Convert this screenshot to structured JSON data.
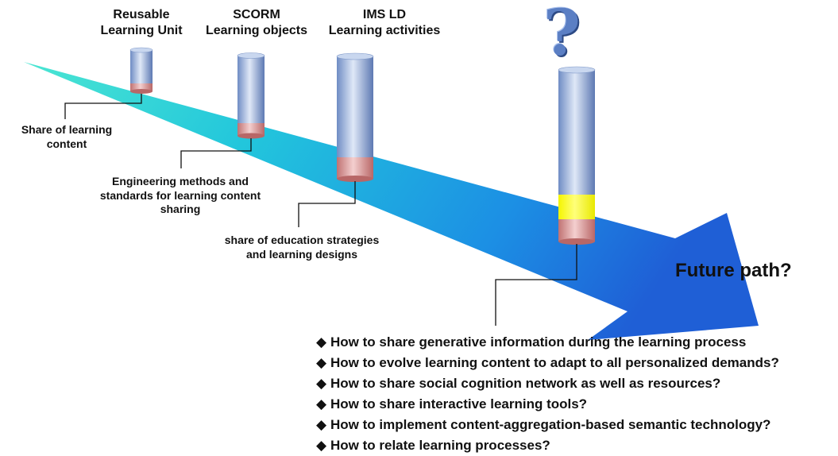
{
  "stages": [
    {
      "title_line1": "Reusable",
      "title_line2": "Learning Unit",
      "desc": [
        "Share of learning",
        "content"
      ]
    },
    {
      "title_line1": "SCORM",
      "title_line2": "Learning objects",
      "desc": [
        "Engineering methods and",
        "standards for learning content",
        "sharing"
      ]
    },
    {
      "title_line1": "IMS LD",
      "title_line2": "Learning activities",
      "desc": [
        "share of education strategies",
        "and learning designs"
      ]
    }
  ],
  "future": {
    "mark": "?",
    "label": "Future path?"
  },
  "questions": {
    "bullet": "◆",
    "items": [
      "How to share generative information during the learning process",
      "How to evolve learning content to adapt to all personalized demands?",
      "How to share social cognition network as well as resources?",
      "How to share interactive learning tools?",
      "How to implement content-aggregation-based semantic technology?",
      "How to relate learning processes?"
    ]
  },
  "colors": {
    "arrow_start": "#3fe0d0",
    "arrow_end": "#1f6fe0",
    "cylinder_body": "#9fb4dc",
    "cylinder_base": "#d99a9a",
    "future_band": "#ffff00",
    "question_mark": "#5b7fc4"
  }
}
